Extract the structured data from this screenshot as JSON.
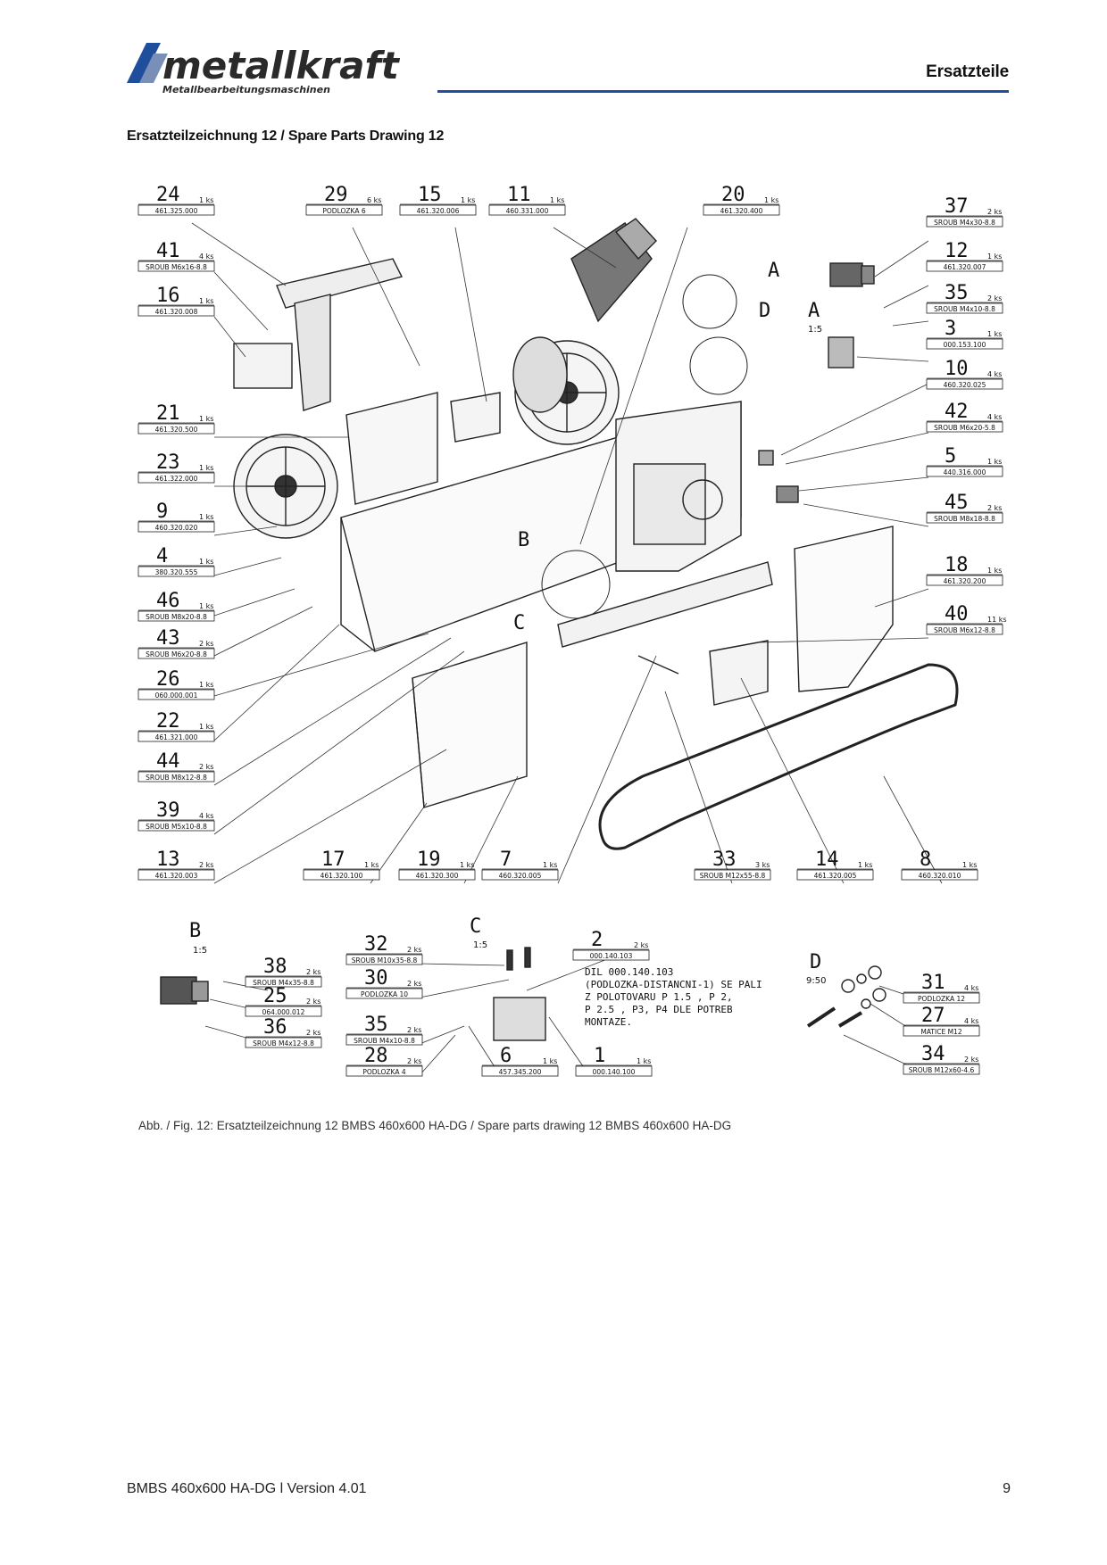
{
  "header": {
    "brand": "metallkraft",
    "brand_tagline": "Metallbearbeitungsmaschinen",
    "section": "Ersatzteile",
    "accent_color": "#1f4e9c"
  },
  "page_title": "Ersatzteilzeichnung 12 / Spare Parts Drawing 12",
  "callouts": [
    {
      "num": "24",
      "qty": "1 ks",
      "code": "461.325.000"
    },
    {
      "num": "29",
      "qty": "6 ks",
      "code": "PODLOZKA 6"
    },
    {
      "num": "15",
      "qty": "1 ks",
      "code": "461.320.006"
    },
    {
      "num": "11",
      "qty": "1 ks",
      "code": "460.331.000"
    },
    {
      "num": "20",
      "qty": "1 ks",
      "code": "461.320.400"
    },
    {
      "num": "37",
      "qty": "2 ks",
      "code": "SROUB M4x30-8.8"
    },
    {
      "num": "41",
      "qty": "4 ks",
      "code": "SROUB M6x16-8.8"
    },
    {
      "num": "12",
      "qty": "1 ks",
      "code": "461.320.007"
    },
    {
      "num": "16",
      "qty": "1 ks",
      "code": "461.320.008"
    },
    {
      "num": "35",
      "qty": "2 ks",
      "code": "SROUB M4x10-8.8"
    },
    {
      "num": "3",
      "qty": "1 ks",
      "code": "000.153.100"
    },
    {
      "num": "10",
      "qty": "4 ks",
      "code": "460.320.025"
    },
    {
      "num": "21",
      "qty": "1 ks",
      "code": "461.320.500"
    },
    {
      "num": "42",
      "qty": "4 ks",
      "code": "SROUB M6x20-5.8"
    },
    {
      "num": "23",
      "qty": "1 ks",
      "code": "461.322.000"
    },
    {
      "num": "5",
      "qty": "1 ks",
      "code": "440.316.000"
    },
    {
      "num": "45",
      "qty": "2 ks",
      "code": "SROUB M8x18-8.8"
    },
    {
      "num": "9",
      "qty": "1 ks",
      "code": "460.320.020"
    },
    {
      "num": "4",
      "qty": "1 ks",
      "code": "380.320.555"
    },
    {
      "num": "18",
      "qty": "1 ks",
      "code": "461.320.200"
    },
    {
      "num": "46",
      "qty": "1 ks",
      "code": "SROUB M8x20-8.8"
    },
    {
      "num": "40",
      "qty": "11 ks",
      "code": "SROUB M6x12-8.8"
    },
    {
      "num": "43",
      "qty": "2 ks",
      "code": "SROUB M6x20-8.8"
    },
    {
      "num": "26",
      "qty": "1 ks",
      "code": "060.000.001"
    },
    {
      "num": "22",
      "qty": "1 ks",
      "code": "461.321.000"
    },
    {
      "num": "44",
      "qty": "2 ks",
      "code": "SROUB M8x12-8.8"
    },
    {
      "num": "39",
      "qty": "4 ks",
      "code": "SROUB M5x10-8.8"
    },
    {
      "num": "13",
      "qty": "2 ks",
      "code": "461.320.003"
    },
    {
      "num": "17",
      "qty": "1 ks",
      "code": "461.320.100"
    },
    {
      "num": "19",
      "qty": "1 ks",
      "code": "461.320.300"
    },
    {
      "num": "7",
      "qty": "1 ks",
      "code": "460.320.005"
    },
    {
      "num": "33",
      "qty": "3 ks",
      "code": "SROUB M12x55-8.8"
    },
    {
      "num": "14",
      "qty": "1 ks",
      "code": "461.320.005"
    },
    {
      "num": "8",
      "qty": "1 ks",
      "code": "460.320.010"
    },
    {
      "num": "38",
      "qty": "2 ks",
      "code": "SROUB M4x35-8.8"
    },
    {
      "num": "25",
      "qty": "2 ks",
      "code": "064.000.012"
    },
    {
      "num": "36",
      "qty": "2 ks",
      "code": "SROUB M4x12-8.8"
    },
    {
      "num": "32",
      "qty": "2 ks",
      "code": "SROUB M10x35-8.8"
    },
    {
      "num": "30",
      "qty": "2 ks",
      "code": "PODLOZKA 10"
    },
    {
      "num": "2",
      "qty": "2 ks",
      "code": "000.140.103"
    },
    {
      "num": "35",
      "qty": "2 ks",
      "code": "SROUB M4x10-8.8"
    },
    {
      "num": "28",
      "qty": "2 ks",
      "code": "PODLOZKA 4"
    },
    {
      "num": "6",
      "qty": "1 ks",
      "code": "457.345.200"
    },
    {
      "num": "1",
      "qty": "1 ks",
      "code": "000.140.100"
    },
    {
      "num": "31",
      "qty": "4 ks",
      "code": "PODLOZKA 12"
    },
    {
      "num": "27",
      "qty": "4 ks",
      "code": "MATICE M12"
    },
    {
      "num": "34",
      "qty": "2 ks",
      "code": "SROUB M12x60-4.6"
    }
  ],
  "detail_labels": {
    "a": "A",
    "a_scale": "1:5",
    "d_top": "D",
    "b": "B",
    "b_scale": "1:5",
    "c": "C",
    "c_scale": "1:5",
    "c_mid": "C",
    "b_mid": "B",
    "d": "D",
    "d_scale": "9:50"
  },
  "note_lines": [
    "DIL 000.140.103",
    "(PODLOZKA-DISTANCNI-1) SE PALI",
    "Z POLOTOVARU P 1.5 , P 2,",
    "P 2.5 , P3, P4 DLE POTREB",
    "MONTAZE."
  ],
  "caption": "Abb. / Fig. 12: Ersatzteilzeichnung 12 BMBS 460x600 HA-DG / Spare parts drawing 12 BMBS 460x600 HA-DG",
  "footer": {
    "left": "BMBS 460x600 HA-DG  l Version 4.01",
    "page_number": "9"
  }
}
